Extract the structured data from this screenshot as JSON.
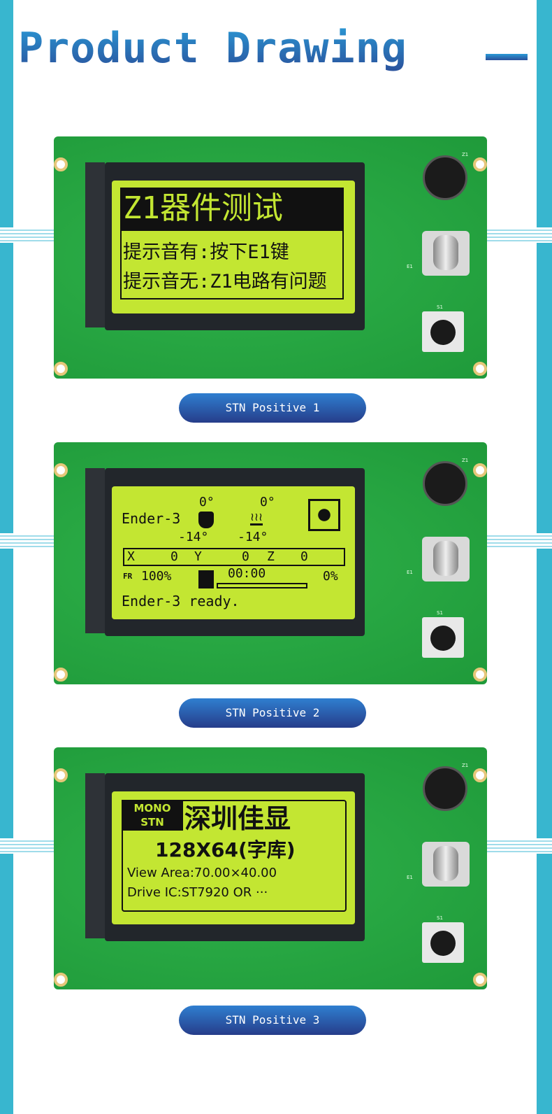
{
  "header": {
    "title": "Product Drawing"
  },
  "boards": [
    {
      "caption": "STN Positive 1",
      "silk": {
        "buzzer": "Z1",
        "encoder": "E1",
        "button": "S1"
      },
      "lcd": {
        "line1": "Z1器件测试",
        "line2": "提示音有:按下E1键",
        "line3": "提示音无:Z1电路有问题"
      }
    },
    {
      "caption": "STN Positive 2",
      "silk": {
        "buzzer": "Z1",
        "encoder": "E1",
        "button": "S1"
      },
      "lcd": {
        "name": "Ender-3",
        "hotend_target": "0°",
        "hotend_temp": "-14°",
        "bed_target": "0°",
        "bed_temp": "-14°",
        "x_label": "X",
        "x_val": "0",
        "y_label": "Y",
        "y_val": "0",
        "z_label": "Z",
        "z_val": "0",
        "fr_label": "FR",
        "feedrate": "100%",
        "time": "00:00",
        "progress": "0%",
        "status": "Ender-3 ready."
      }
    },
    {
      "caption": "STN Positive 3",
      "silk": {
        "buzzer": "Z1",
        "encoder": "E1",
        "button": "S1"
      },
      "lcd": {
        "badge1": "MONO",
        "badge2": "STN",
        "title": "深圳佳显",
        "res": "128X64(字库)",
        "view": "View Area:70.00×40.00",
        "ic": "Drive IC:ST7920 OR ···"
      }
    }
  ],
  "colors": {
    "side": "#38b6cf",
    "pcb": "#2fb24a",
    "lcd": "#c3e632",
    "pill": "#263d8a"
  }
}
